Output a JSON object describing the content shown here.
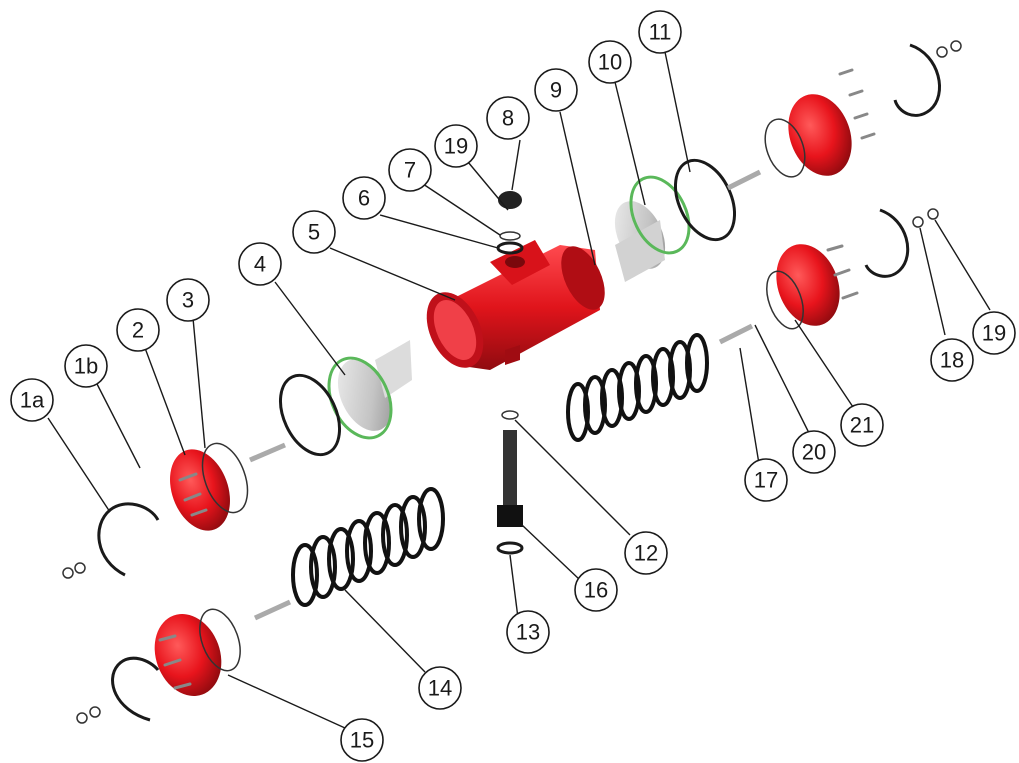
{
  "diagram": {
    "callouts": [
      {
        "id": "1a",
        "label": "1a"
      },
      {
        "id": "1b",
        "label": "1b"
      },
      {
        "id": "2",
        "label": "2"
      },
      {
        "id": "3",
        "label": "3"
      },
      {
        "id": "4",
        "label": "4"
      },
      {
        "id": "5",
        "label": "5"
      },
      {
        "id": "6",
        "label": "6"
      },
      {
        "id": "7",
        "label": "7"
      },
      {
        "id": "19-top",
        "label": "19"
      },
      {
        "id": "8",
        "label": "8"
      },
      {
        "id": "9",
        "label": "9"
      },
      {
        "id": "10",
        "label": "10"
      },
      {
        "id": "11",
        "label": "11"
      },
      {
        "id": "19-right",
        "label": "19"
      },
      {
        "id": "18",
        "label": "18"
      },
      {
        "id": "21",
        "label": "21"
      },
      {
        "id": "20",
        "label": "20"
      },
      {
        "id": "17",
        "label": "17"
      },
      {
        "id": "12",
        "label": "12"
      },
      {
        "id": "16",
        "label": "16"
      },
      {
        "id": "13",
        "label": "13"
      },
      {
        "id": "14",
        "label": "14"
      },
      {
        "id": "15",
        "label": "15"
      }
    ],
    "colors": {
      "housing": "#e8141c",
      "housing_dark": "#a80c12",
      "piston": "#c9c9c9",
      "oring": "#5ab85a",
      "spring": "#111111",
      "line": "#1a1a1a"
    }
  }
}
